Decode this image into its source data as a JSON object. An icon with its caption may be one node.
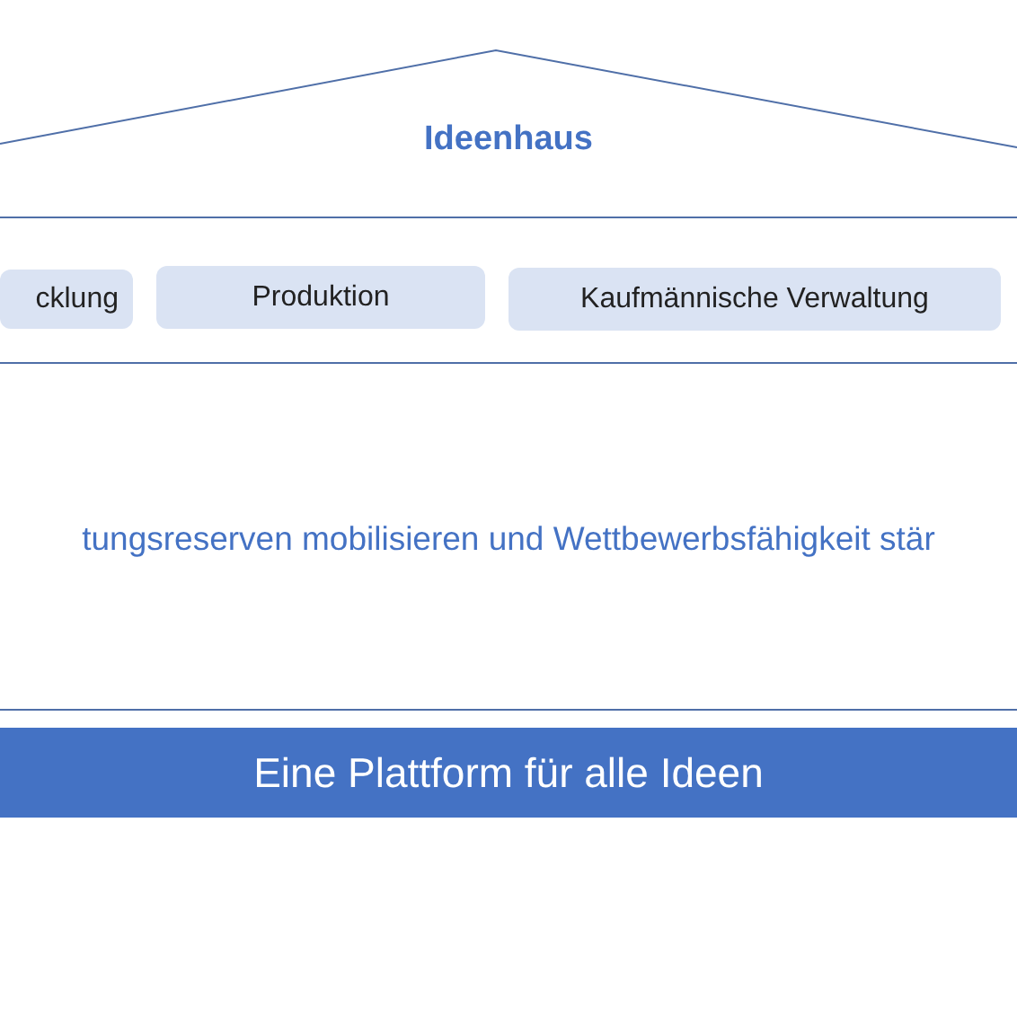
{
  "diagram": {
    "nodes": [
      {
        "text": [
          "Ideenhaus"
        ]
      },
      {
        "text": [
          "cklung"
        ]
      },
      {
        "text": [
          "Produktion"
        ]
      },
      {
        "text": [
          "Kaufmännische Verwaltung"
        ]
      },
      {
        "text": [
          "tungsreserven mobilisieren und Wettbewerbsfähigkeit stär"
        ]
      },
      {
        "text": [
          "Eine Plattform für alle Ideen"
        ]
      }
    ],
    "edges": []
  }
}
